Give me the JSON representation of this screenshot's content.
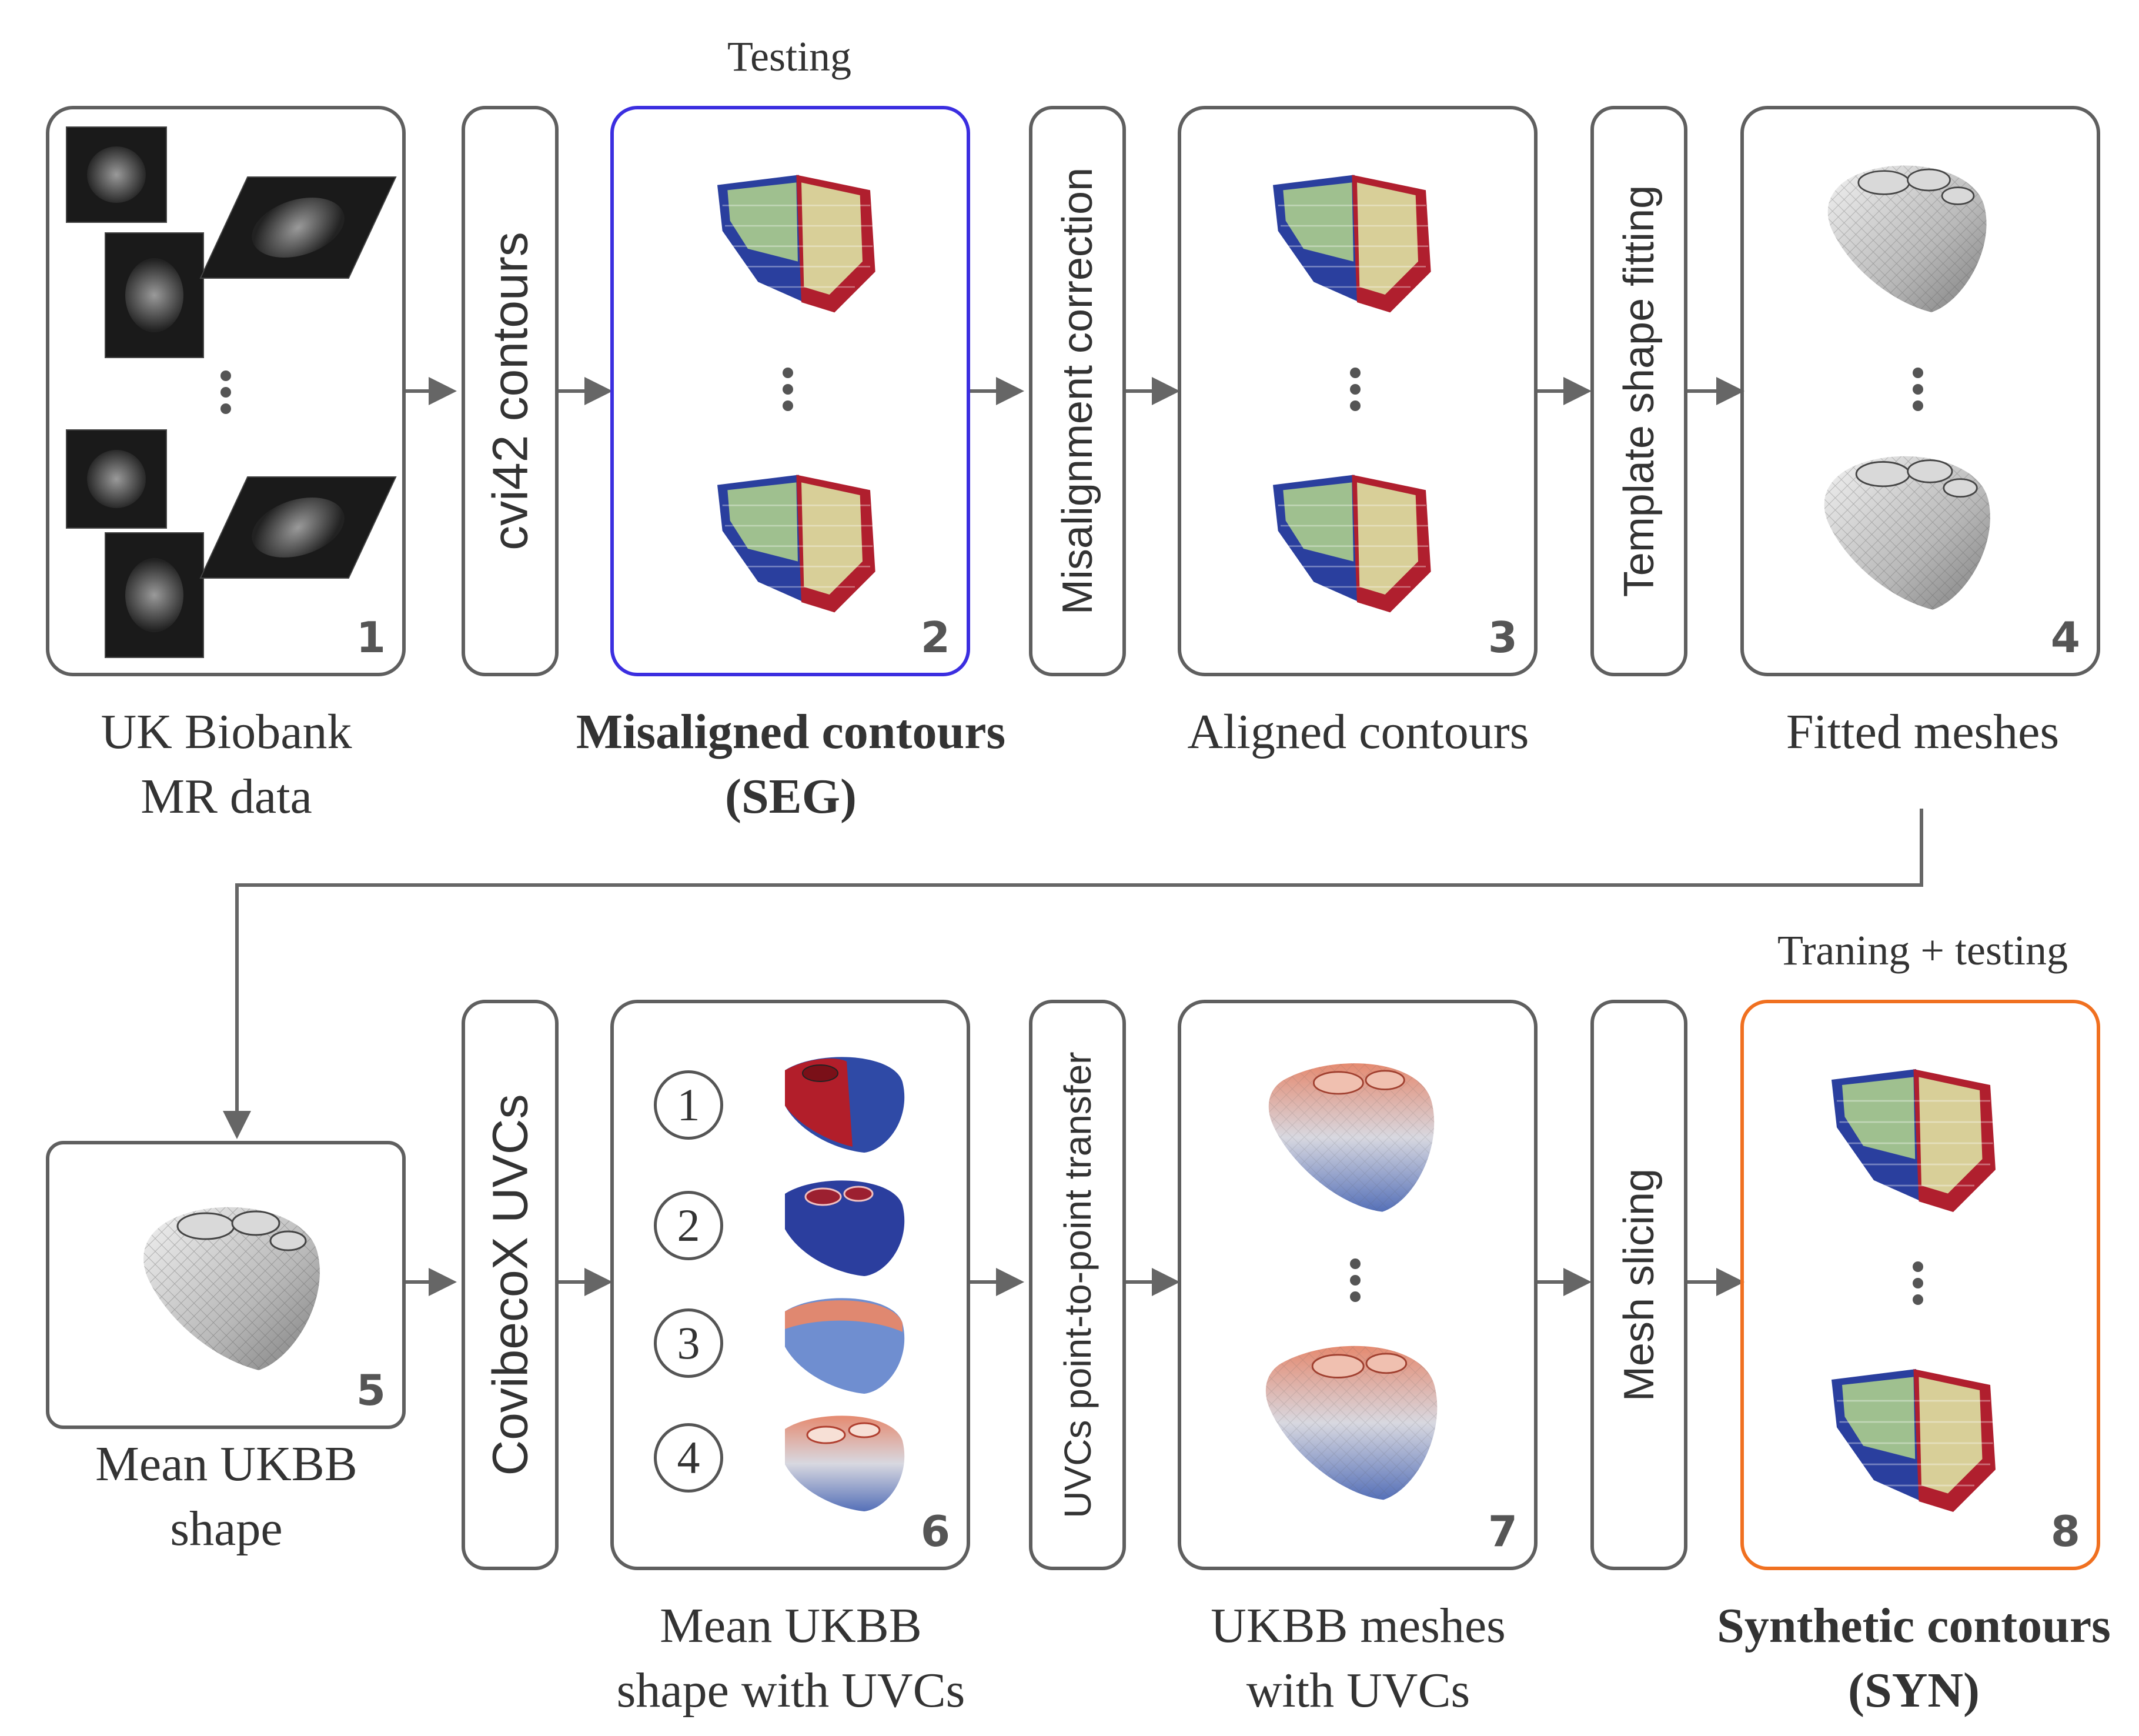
{
  "top_notes": {
    "testing": "Testing",
    "training_testing": "Traning + testing"
  },
  "steps": {
    "cvi42": "cvi42 contours",
    "misalignment": "Misalignment correction",
    "template": "Template shape fitting",
    "covibeco": "CovibecoX UVCs",
    "uvc_transfer": "UVCs point-to-point transfer",
    "mesh_slicing": "Mesh slicing"
  },
  "boxes": {
    "b1": {
      "number": "1",
      "caption_line1": "UK Biobank",
      "caption_line2": "MR data"
    },
    "b2": {
      "number": "2",
      "caption_line1": "Misaligned contours",
      "caption_line2": "(SEG)"
    },
    "b3": {
      "number": "3",
      "caption_line1": "Aligned contours"
    },
    "b4": {
      "number": "4",
      "caption_line1": "Fitted meshes"
    },
    "b5": {
      "number": "5",
      "caption_line1": "Mean UKBB",
      "caption_line2": "shape"
    },
    "b6": {
      "number": "6",
      "caption_line1": "Mean UKBB",
      "caption_line2": "shape with UVCs",
      "uvc_items": [
        "1",
        "2",
        "3",
        "4"
      ]
    },
    "b7": {
      "number": "7",
      "caption_line1": "UKBB meshes",
      "caption_line2": "with UVCs"
    },
    "b8": {
      "number": "8",
      "caption_line1": "Synthetic contours",
      "caption_line2": "(SYN)"
    }
  },
  "colors": {
    "box_border": "#5f5f5f",
    "seg_border": "#3b2ee0",
    "seg_fill": "#e7e2fb",
    "syn_border": "#f07020",
    "syn_fill": "#fdebe1",
    "contour_blue": "#2a3f9e",
    "contour_green": "#9fc08f",
    "contour_red": "#b01f2e",
    "contour_tan": "#d8cf98"
  }
}
